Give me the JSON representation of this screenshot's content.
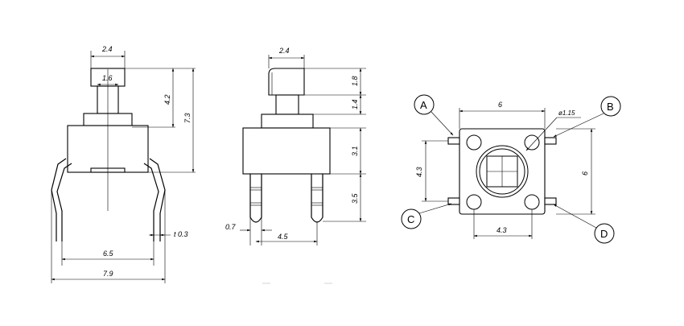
{
  "diagram": {
    "front_view": {
      "dims": {
        "top_width": "2.4",
        "stem_width": "1.6",
        "actuator_height": "4.2",
        "total_height": "7.3",
        "lead_thickness": "t 0.3",
        "lead_span": "6.5",
        "total_width": "7.9"
      }
    },
    "side_view": {
      "dims": {
        "top_width": "2.4",
        "cap_height": "1.8",
        "stem_height": "1.4",
        "body_height": "3.1",
        "lead_length": "3.5",
        "lead_width": "0.7",
        "lead_pitch": "4.5"
      }
    },
    "top_view": {
      "dims": {
        "body_width": "6",
        "hole_dia": "ø1.15",
        "pin_pitch_v": "4.3",
        "body_height": "6",
        "pin_pitch_h": "4.3"
      },
      "pin_labels": [
        "A",
        "B",
        "C",
        "D"
      ]
    }
  }
}
